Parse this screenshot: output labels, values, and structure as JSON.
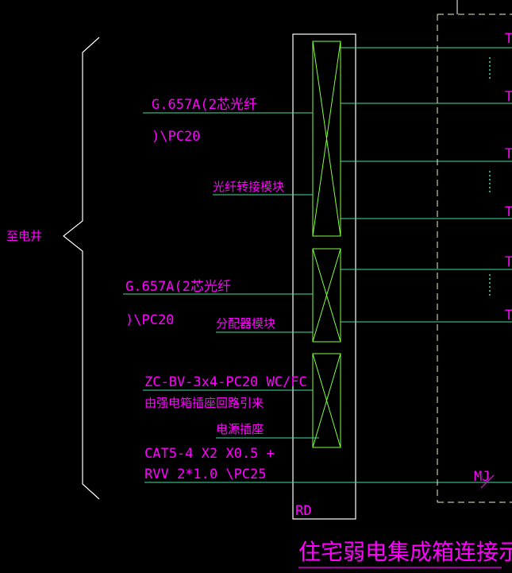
{
  "diagram": {
    "title": "住宅弱电集成箱连接示意图",
    "left_label": "至电井",
    "box_label": "RD",
    "fiber_cable_1": {
      "line1": "G.657A(2芯光纤",
      "line2": ")\\PC20"
    },
    "fiber_module_label": "光纤转接模块",
    "fiber_cable_2": {
      "line1": "G.657A(2芯光纤",
      "line2": ")\\PC20"
    },
    "splitter_module_label": "分配器模块",
    "power_cable": {
      "line1": "ZC-BV-3x4-PC20 WC/FC",
      "line2": "由强电箱插座回路引来"
    },
    "socket_label": "电源插座",
    "data_cable": {
      "line1": "CAT5-4 X2 X0.5 +",
      "line2": "RVV 2*1.0  \\PC25"
    },
    "mj_label": "MJ",
    "outlet_labels": [
      "T",
      "T",
      "T",
      "T",
      "T",
      "T"
    ],
    "colors": {
      "background": "#000000",
      "text": "#ff00ff",
      "frame": "#ffffff",
      "module": "#80ff40",
      "wire": "#40e0a0",
      "dashed": "#f0f0c0"
    }
  }
}
